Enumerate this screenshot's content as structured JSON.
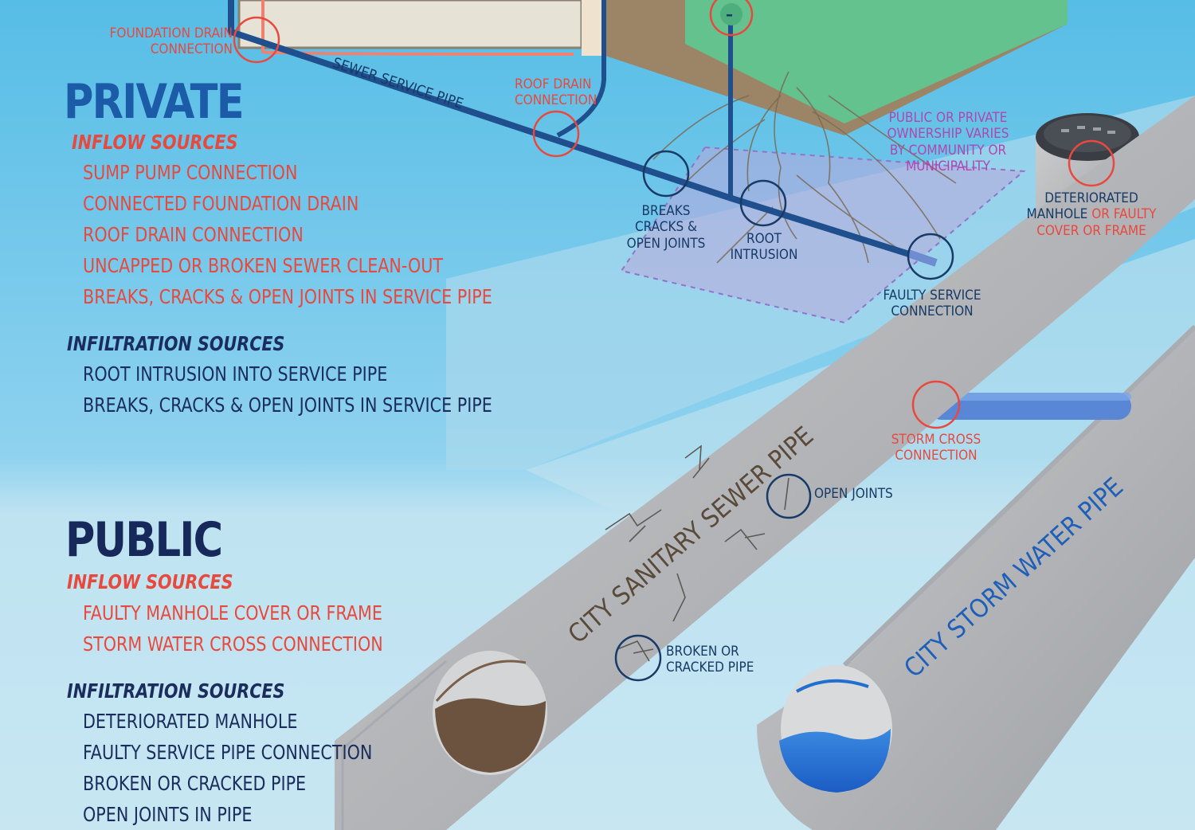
{
  "private": {
    "heading": "PRIVATE",
    "inflow_title": "INFLOW SOURCES",
    "inflow_items": [
      "SUMP PUMP CONNECTION",
      "CONNECTED FOUNDATION DRAIN",
      "ROOF DRAIN CONNECTION",
      "UNCAPPED OR BROKEN SEWER CLEAN-OUT",
      "BREAKS, CRACKS & OPEN JOINTS IN SERVICE PIPE"
    ],
    "infiltration_title": "INFILTRATION SOURCES",
    "infiltration_items": [
      "ROOT INTRUSION INTO SERVICE PIPE",
      "BREAKS, CRACKS & OPEN JOINTS IN SERVICE PIPE"
    ]
  },
  "public": {
    "heading": "PUBLIC",
    "inflow_title": "INFLOW SOURCES",
    "inflow_items": [
      "FAULTY MANHOLE COVER OR FRAME",
      "STORM WATER CROSS CONNECTION"
    ],
    "infiltration_title": "INFILTRATION SOURCES",
    "infiltration_items": [
      "DETERIORATED MANHOLE",
      "FAULTY SERVICE PIPE CONNECTION",
      "BROKEN OR CRACKED PIPE",
      "OPEN JOINTS IN PIPE"
    ]
  },
  "diagram": {
    "foundation_drain": [
      "FOUNDATION DRAIN",
      "CONNECTION"
    ],
    "sewer_service_pipe": "SEWER SERVICE PIPE",
    "roof_drain": [
      "ROOF DRAIN",
      "CONNECTION"
    ],
    "ownership": [
      "PUBLIC OR PRIVATE",
      "OWNERSHIP VARIES",
      "BY COMMUNITY OR",
      "MUNICIPALITY"
    ],
    "breaks": [
      "BREAKS",
      "CRACKS &",
      "OPEN JOINTS"
    ],
    "root": [
      "ROOT",
      "INTRUSION"
    ],
    "faulty_service": [
      "FAULTY SERVICE",
      "CONNECTION"
    ],
    "deteriorated_manhole": "DETERIORATED",
    "manhole_word": "MANHOLE",
    "or_faulty": "OR FAULTY",
    "cover_or_frame": "COVER OR FRAME",
    "storm_cross": [
      "STORM CROSS",
      "CONNECTION"
    ],
    "open_joints": "OPEN JOINTS",
    "broken_cracked": [
      "BROKEN OR",
      "CRACKED PIPE"
    ],
    "sanitary_pipe": "CITY SANITARY SEWER PIPE",
    "storm_pipe": "CITY STORM WATER PIPE",
    "cleanout_symbol": "–"
  },
  "colors": {
    "sky": "#62c0e6",
    "ground": "#bfe2ee",
    "lawn": "#5fc08b",
    "soil": "#8a7a5c",
    "pipe_gray": "#b6b8bb",
    "service_pipe": "#1f4f8c",
    "red_circle": "#e8493f",
    "navy_circle": "#173a66",
    "sewage": "#6b5340",
    "stormwater": "#1f6ed0",
    "ownership_zone": "#b7a6d8"
  }
}
